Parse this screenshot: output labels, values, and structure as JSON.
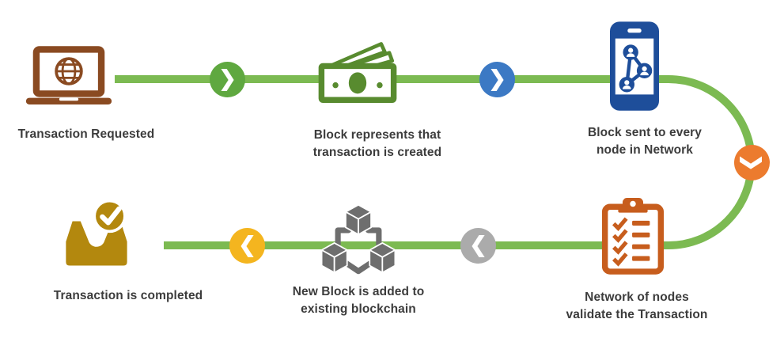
{
  "figure": {
    "background": "#ffffff",
    "description": "Blockchain transaction flow diagram"
  },
  "flow": {
    "line_color": "#7cba52",
    "steps": [
      {
        "id": "transaction-requested",
        "label": "Transaction Requested",
        "icon": "laptop-globe-icon",
        "color": "#8a4a21"
      },
      {
        "id": "block-created",
        "label": "Block represents that\ntransaction is created",
        "icon": "money-icon",
        "color": "#588b2f"
      },
      {
        "id": "block-sent",
        "label": "Block sent to every\nnode in Network",
        "icon": "phone-network-icon",
        "color": "#1e4e9a"
      },
      {
        "id": "nodes-validate",
        "label": "Network of nodes\nvalidate the Transaction",
        "icon": "clipboard-checklist-icon",
        "color": "#c75d1d"
      },
      {
        "id": "block-added",
        "label": "New Block is added to\nexisting blockchain",
        "icon": "linked-cubes-icon",
        "color": "#6e6e6e"
      },
      {
        "id": "transaction-completed",
        "label": "Transaction is completed",
        "icon": "inbox-check-icon",
        "color": "#b3880e"
      }
    ],
    "connectors": [
      {
        "glyph": "❯",
        "direction": "right",
        "color": "#5fa840"
      },
      {
        "glyph": "❯",
        "direction": "right",
        "color": "#3c79c4"
      },
      {
        "glyph": "❯",
        "direction": "down",
        "color": "#ec7b2e"
      },
      {
        "glyph": "❮",
        "direction": "left",
        "color": "#ababab"
      },
      {
        "glyph": "❮",
        "direction": "left",
        "color": "#f4b51f"
      }
    ]
  }
}
